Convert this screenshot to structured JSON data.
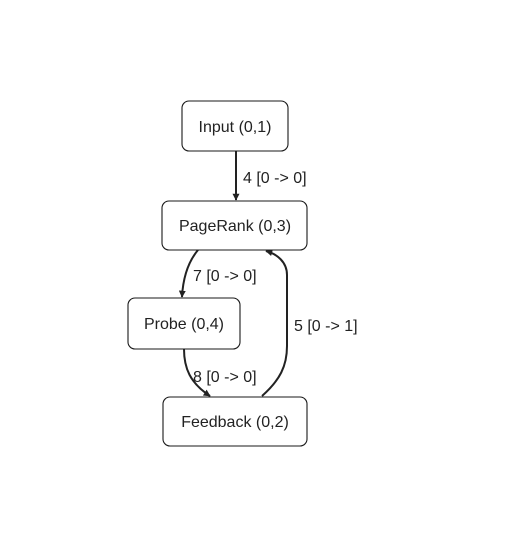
{
  "diagram": {
    "nodes": {
      "input": "Input (0,1)",
      "pagerank": "PageRank (0,3)",
      "probe": "Probe (0,4)",
      "feedback": "Feedback (0,2)"
    },
    "edges": {
      "input_to_pagerank": "4 [0 -> 0]",
      "pagerank_to_probe": "7 [0 -> 0]",
      "probe_to_feedback": "8 [0 -> 0]",
      "feedback_to_pagerank": "5 [0 -> 1]"
    },
    "colors": {
      "stroke": "#1a1a1a",
      "text": "#222222",
      "background": "#ffffff"
    }
  }
}
